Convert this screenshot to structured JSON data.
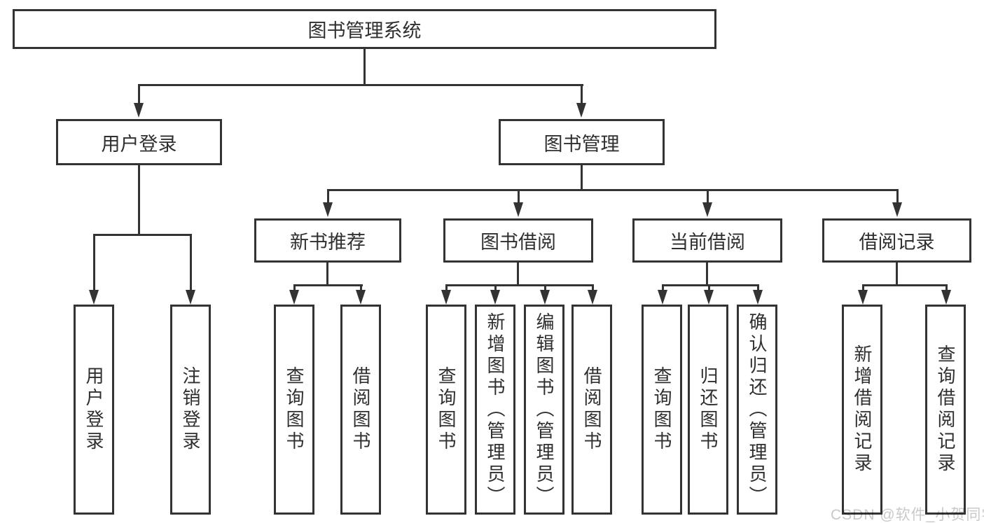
{
  "colors": {
    "line": "#333333",
    "text": "#2f2f2f",
    "background": "#ffffff",
    "watermark": "#c9c9c9"
  },
  "watermark": "CSDN @软件_小贺同学",
  "tree": {
    "root": "图书管理系统",
    "branches": [
      {
        "label": "用户登录",
        "children": [
          "用户登录",
          "注销登录"
        ]
      },
      {
        "label": "图书管理",
        "children": [
          {
            "label": "新书推荐",
            "children": [
              "查询图书",
              "借阅图书"
            ]
          },
          {
            "label": "图书借阅",
            "children": [
              "查询图书",
              "新增图书（管理员）",
              "编辑图书（管理员）",
              "借阅图书"
            ]
          },
          {
            "label": "当前借阅",
            "children": [
              "查询图书",
              "归还图书",
              "确认归还（管理员）"
            ]
          },
          {
            "label": "借阅记录",
            "children": [
              "新增借阅记录",
              "查询借阅记录"
            ]
          }
        ]
      }
    ]
  }
}
